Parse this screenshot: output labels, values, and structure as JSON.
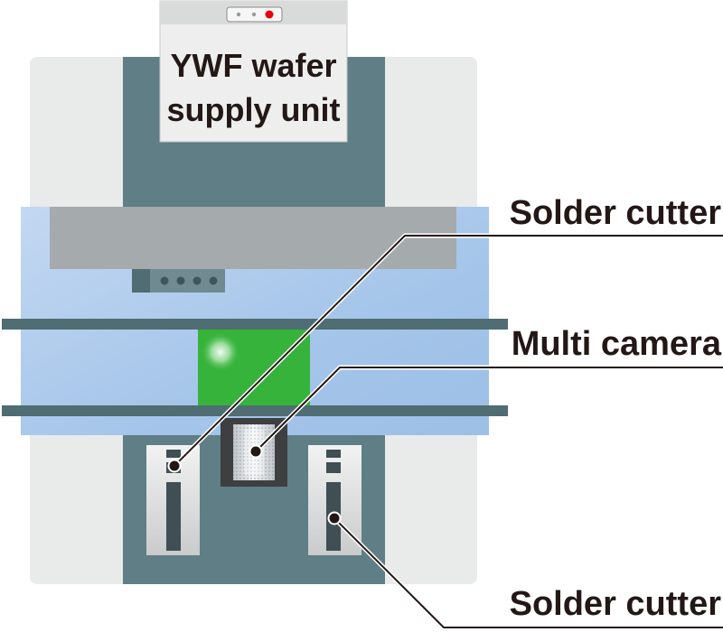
{
  "unit_label": {
    "line1": "YWF wafer",
    "line2": "supply unit"
  },
  "callouts": {
    "top_cutter": "Solder cutter",
    "camera": "Multi camera",
    "bottom_cutter": "Solder cutter"
  },
  "colors": {
    "frame": "#e9eaea",
    "column": "#5f7e85",
    "glass": "#a9c8ea",
    "beam": "#a5aaad",
    "rail": "#4f6d72",
    "stage": "#35b33a",
    "leader": "#231815",
    "indicator": "#e60012"
  }
}
